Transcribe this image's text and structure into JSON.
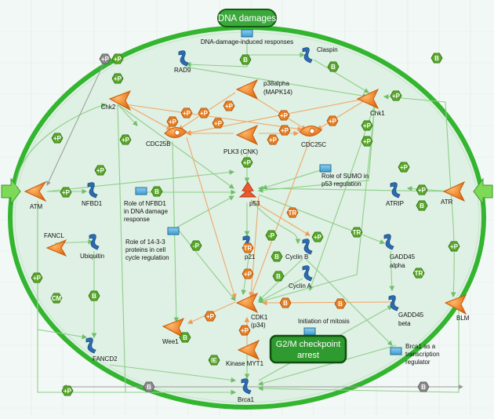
{
  "header": {
    "title": "DNA damages",
    "process": "DNA-damage-induced responses"
  },
  "outcome": {
    "line1": "G2/M checkpoint",
    "line2": "arrest"
  },
  "nodes": {
    "atm": "ATM",
    "nfbd1": "NFBD1",
    "rad9": "RAD9",
    "chk2": "Chk2",
    "cdc25b": "CDC25B",
    "p38_1": "p38alpha",
    "p38_2": "(MAPK14)",
    "plk3": "PLK3 (CNK)",
    "cdc25c": "CDC25C",
    "claspin": "Claspin",
    "chk1": "Chk1",
    "atr": "ATR",
    "atrip": "ATRIP",
    "p53": "p53",
    "p21": "p21",
    "cyclinb": "Cyclin B",
    "cyclina": "Cyclin A",
    "gadd45a_1": "GADD45",
    "gadd45a_2": "alpha",
    "gadd45b_1": "GADD45",
    "gadd45b_2": "beta",
    "blm": "BLM",
    "fancl": "FANCL",
    "ubiquitin": "Ubiquitin",
    "fancd2": "FANCD2",
    "wee1": "Wee1",
    "myt1": "Kinase MYT1",
    "cdk1_1": "CDK1",
    "cdk1_2": "(p34)",
    "brca1": "Brca1"
  },
  "processes": {
    "nfbd1_role_1": "Role of NFBD1",
    "nfbd1_role_2": "in DNA damage",
    "nfbd1_role_3": "response",
    "sumo_1": "Role of SUMO in",
    "sumo_2": "p53 regulation",
    "p1433_1": "Role of 14-3-3",
    "p1433_2": "proteins in cell",
    "p1433_3": "cycle regulation",
    "mitosis": "Initiation of mitosis",
    "brca_tr_1": "Brca1 as a",
    "brca_tr_2": "transcription",
    "brca_tr_3": "regulator"
  },
  "badges": {
    "plus_p": "+P",
    "minus_p": "-P",
    "binding": "B",
    "tr": "TR",
    "cm": "CM",
    "ie": "IE"
  },
  "colors": {
    "ellipse": "#33b52f",
    "background": "#f2f8f5",
    "green_badge": "#5aa82a",
    "orange_badge": "#e67e22",
    "gray_badge": "#8a8a8a",
    "node_orange": "#f07a1c",
    "node_blue": "#2b6cb0",
    "edge_green": "#8fcf8a",
    "edge_orange": "#f0a868",
    "edge_gray": "#9a9a9a"
  }
}
